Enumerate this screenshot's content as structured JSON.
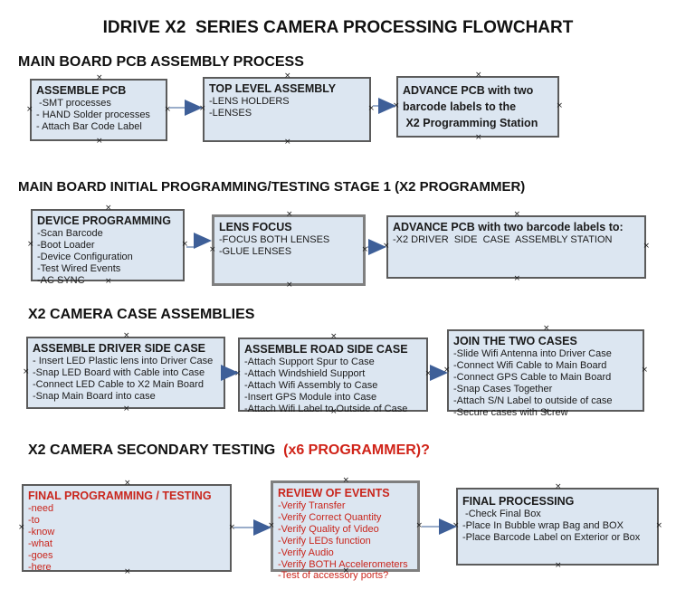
{
  "title": "IDRIVE X2  SERIES CAMERA PROCESSING FLOWCHART",
  "icons": {
    "handle": "×"
  },
  "colors": {
    "box_fill": "#dce6f1",
    "box_border": "#5b5b5b",
    "box_border_thick": "#7f7f7f",
    "arrow_line": "#9aadca",
    "arrow_head": "#3e5f98",
    "red_text": "#c9251c",
    "red_heading": "#d02318",
    "black_text": "#1a1a1a"
  },
  "sections": [
    {
      "heading": "MAIN BOARD PCB ASSEMBLY PROCESS",
      "boxes": [
        {
          "title": "ASSEMBLE PCB",
          "items": [
            " -SMT processes",
            "- HAND Solder processes",
            "- Attach Bar Code Label"
          ]
        },
        {
          "title": "TOP LEVEL ASSEMBLY",
          "items": [
            "-LENS HOLDERS",
            "-LENSES"
          ]
        },
        {
          "title": "",
          "bold_lines": [
            "ADVANCE PCB with two",
            "barcode labels to the",
            " X2 Programming Station"
          ]
        }
      ]
    },
    {
      "heading": "MAIN BOARD INITIAL PROGRAMMING/TESTING STAGE 1 (X2 PROGRAMMER)",
      "boxes": [
        {
          "title": "DEVICE PROGRAMMING",
          "items": [
            "-Scan Barcode",
            "-Boot Loader",
            "-Device Configuration",
            "-Test Wired Events",
            "-AC SYNC"
          ]
        },
        {
          "title": "LENS FOCUS",
          "items": [
            "-FOCUS BOTH LENSES",
            "-GLUE LENSES"
          ]
        },
        {
          "title": "ADVANCE PCB with two barcode labels to:",
          "items": [
            "-X2 DRIVER  SIDE  CASE  ASSEMBLY STATION"
          ]
        }
      ]
    },
    {
      "heading": "X2 CAMERA CASE ASSEMBLIES",
      "boxes": [
        {
          "title": "ASSEMBLE DRIVER SIDE CASE",
          "items": [
            "- Insert LED Plastic lens into Driver Case",
            "-Snap LED Board with Cable into Case",
            "-Connect LED Cable to X2 Main Board",
            "-Snap Main Board into case"
          ]
        },
        {
          "title": "ASSEMBLE ROAD SIDE CASE",
          "items": [
            "-Attach Support Spur to Case",
            "-Attach Windshield Support",
            "-Attach Wifi Assembly to Case",
            "-Insert GPS Module into Case",
            "-Attach Wifi Label to Outside of Case"
          ]
        },
        {
          "title": "JOIN THE TWO CASES",
          "items": [
            "-Slide Wifi Antenna into Driver Case",
            "-Connect Wifi Cable to Main Board",
            "-Connect GPS Cable to Main Board",
            "-Snap Cases Together",
            "-Attach S/N Label to outside of case",
            "-Secure cases with Screw"
          ]
        }
      ]
    },
    {
      "heading_black": "X2 CAMERA SECONDARY TESTING  ",
      "heading_red": "(x6 PROGRAMMER)?",
      "boxes": [
        {
          "title": "FINAL PROGRAMMING / TESTING",
          "items": [
            "-need",
            "-to",
            "-know",
            "-what",
            "-goes",
            "-here"
          ]
        },
        {
          "title": "REVIEW OF EVENTS",
          "items": [
            "-Verify Transfer",
            "-Verify Correct Quantity",
            "-Verify Quality of Video",
            "-Verify LEDs function",
            "-Verify Audio",
            "-Verify BOTH Accelerometers",
            "-Test of accessory ports?"
          ]
        },
        {
          "title": "FINAL PROCESSING",
          "items": [
            " -Check Final Box",
            "-Place In Bubble wrap Bag and BOX",
            "-Place Barcode Label on Exterior or Box"
          ]
        }
      ]
    }
  ]
}
